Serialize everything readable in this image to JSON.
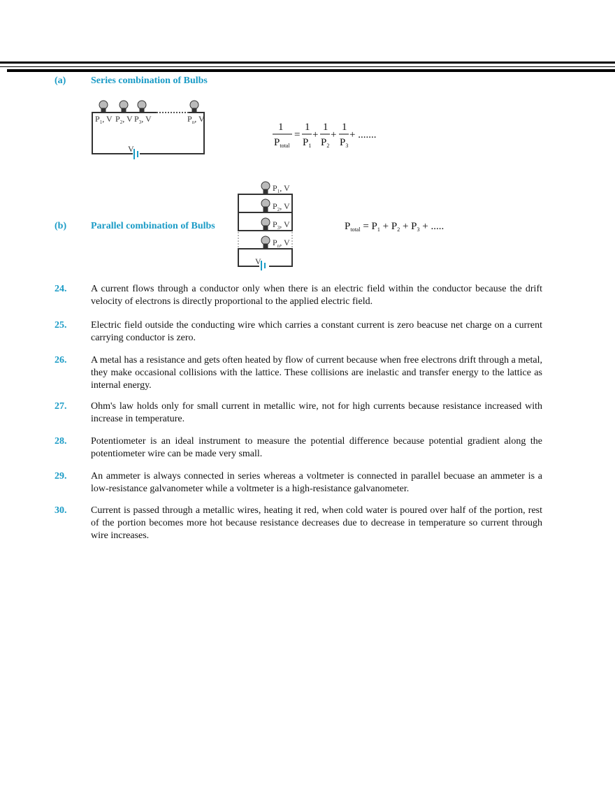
{
  "section_a": {
    "label": "(a)",
    "title": "Series combination of Bulbs",
    "formula": {
      "lhs_num": "1",
      "lhs_den": "P",
      "lhs_den_sub": "total",
      "terms": [
        {
          "num": "1",
          "den": "P",
          "sub": "1"
        },
        {
          "num": "1",
          "den": "P",
          "sub": "2"
        },
        {
          "num": "1",
          "den": "P",
          "sub": "3"
        }
      ],
      "tail": "+ ......."
    },
    "bulbs": [
      {
        "p": "P",
        "sub": "1",
        "v": ", V"
      },
      {
        "p": "P",
        "sub": "2",
        "v": ", V"
      },
      {
        "p": "P",
        "sub": "3",
        "v": ", V"
      },
      {
        "p": "P",
        "sub": "n",
        "v": ", V"
      }
    ],
    "battery": "V"
  },
  "section_b": {
    "label": "(b)",
    "title": "Parallel combination of Bulbs",
    "formula": {
      "lhs": "P",
      "lhs_sub": "total",
      "terms": [
        {
          "p": "P",
          "sub": "1"
        },
        {
          "p": "P",
          "sub": "2"
        },
        {
          "p": "P",
          "sub": "3"
        }
      ],
      "tail": "+ ....."
    },
    "bulbs": [
      {
        "p": "P",
        "sub": "1",
        "v": ", V"
      },
      {
        "p": "P",
        "sub": "2",
        "v": ", V"
      },
      {
        "p": "P",
        "sub": "3",
        "v": ", V"
      },
      {
        "p": "P",
        "sub": "n",
        "v": ", V"
      }
    ],
    "battery": "V"
  },
  "items": [
    {
      "num": "24.",
      "text": "A current flows through a conductor only when there is an electric field within the conductor because the drift velocity of electrons is directly proportional to the applied electric field."
    },
    {
      "num": "25.",
      "text": "Electric field outside the conducting wire which carries a constant current is zero beacuse net charge on a current carrying conductor is zero."
    },
    {
      "num": "26.",
      "text": "A metal has a resistance and gets often heated by flow of current because when free electrons drift through a metal, they make occasional collisions with the lattice. These collisions are inelastic and transfer energy to the lattice as internal energy."
    },
    {
      "num": "27.",
      "text": "Ohm's law holds only for small current in metallic wire, not for high currents because resistance increased with increase in temperature."
    },
    {
      "num": "28.",
      "text": "Potentiometer is an ideal instrument to measure the potential difference because potential gradient along the potentiometer wire can be made very small."
    },
    {
      "num": "29.",
      "text": "An ammeter is always  connected in series whereas a voltmeter is connected in parallel becuase an ammeter is a low-resistance galvanometer while a voltmeter is a high-resistance galvanometer."
    },
    {
      "num": "30.",
      "text": "Current is passed through a metallic wires, heating it red, when cold water is poured over half of the portion, rest of the portion becomes more hot because resistance decreases due to decrease in temperature so current through wire increases."
    }
  ],
  "colors": {
    "accent": "#1a9bc6",
    "text": "#111111"
  }
}
